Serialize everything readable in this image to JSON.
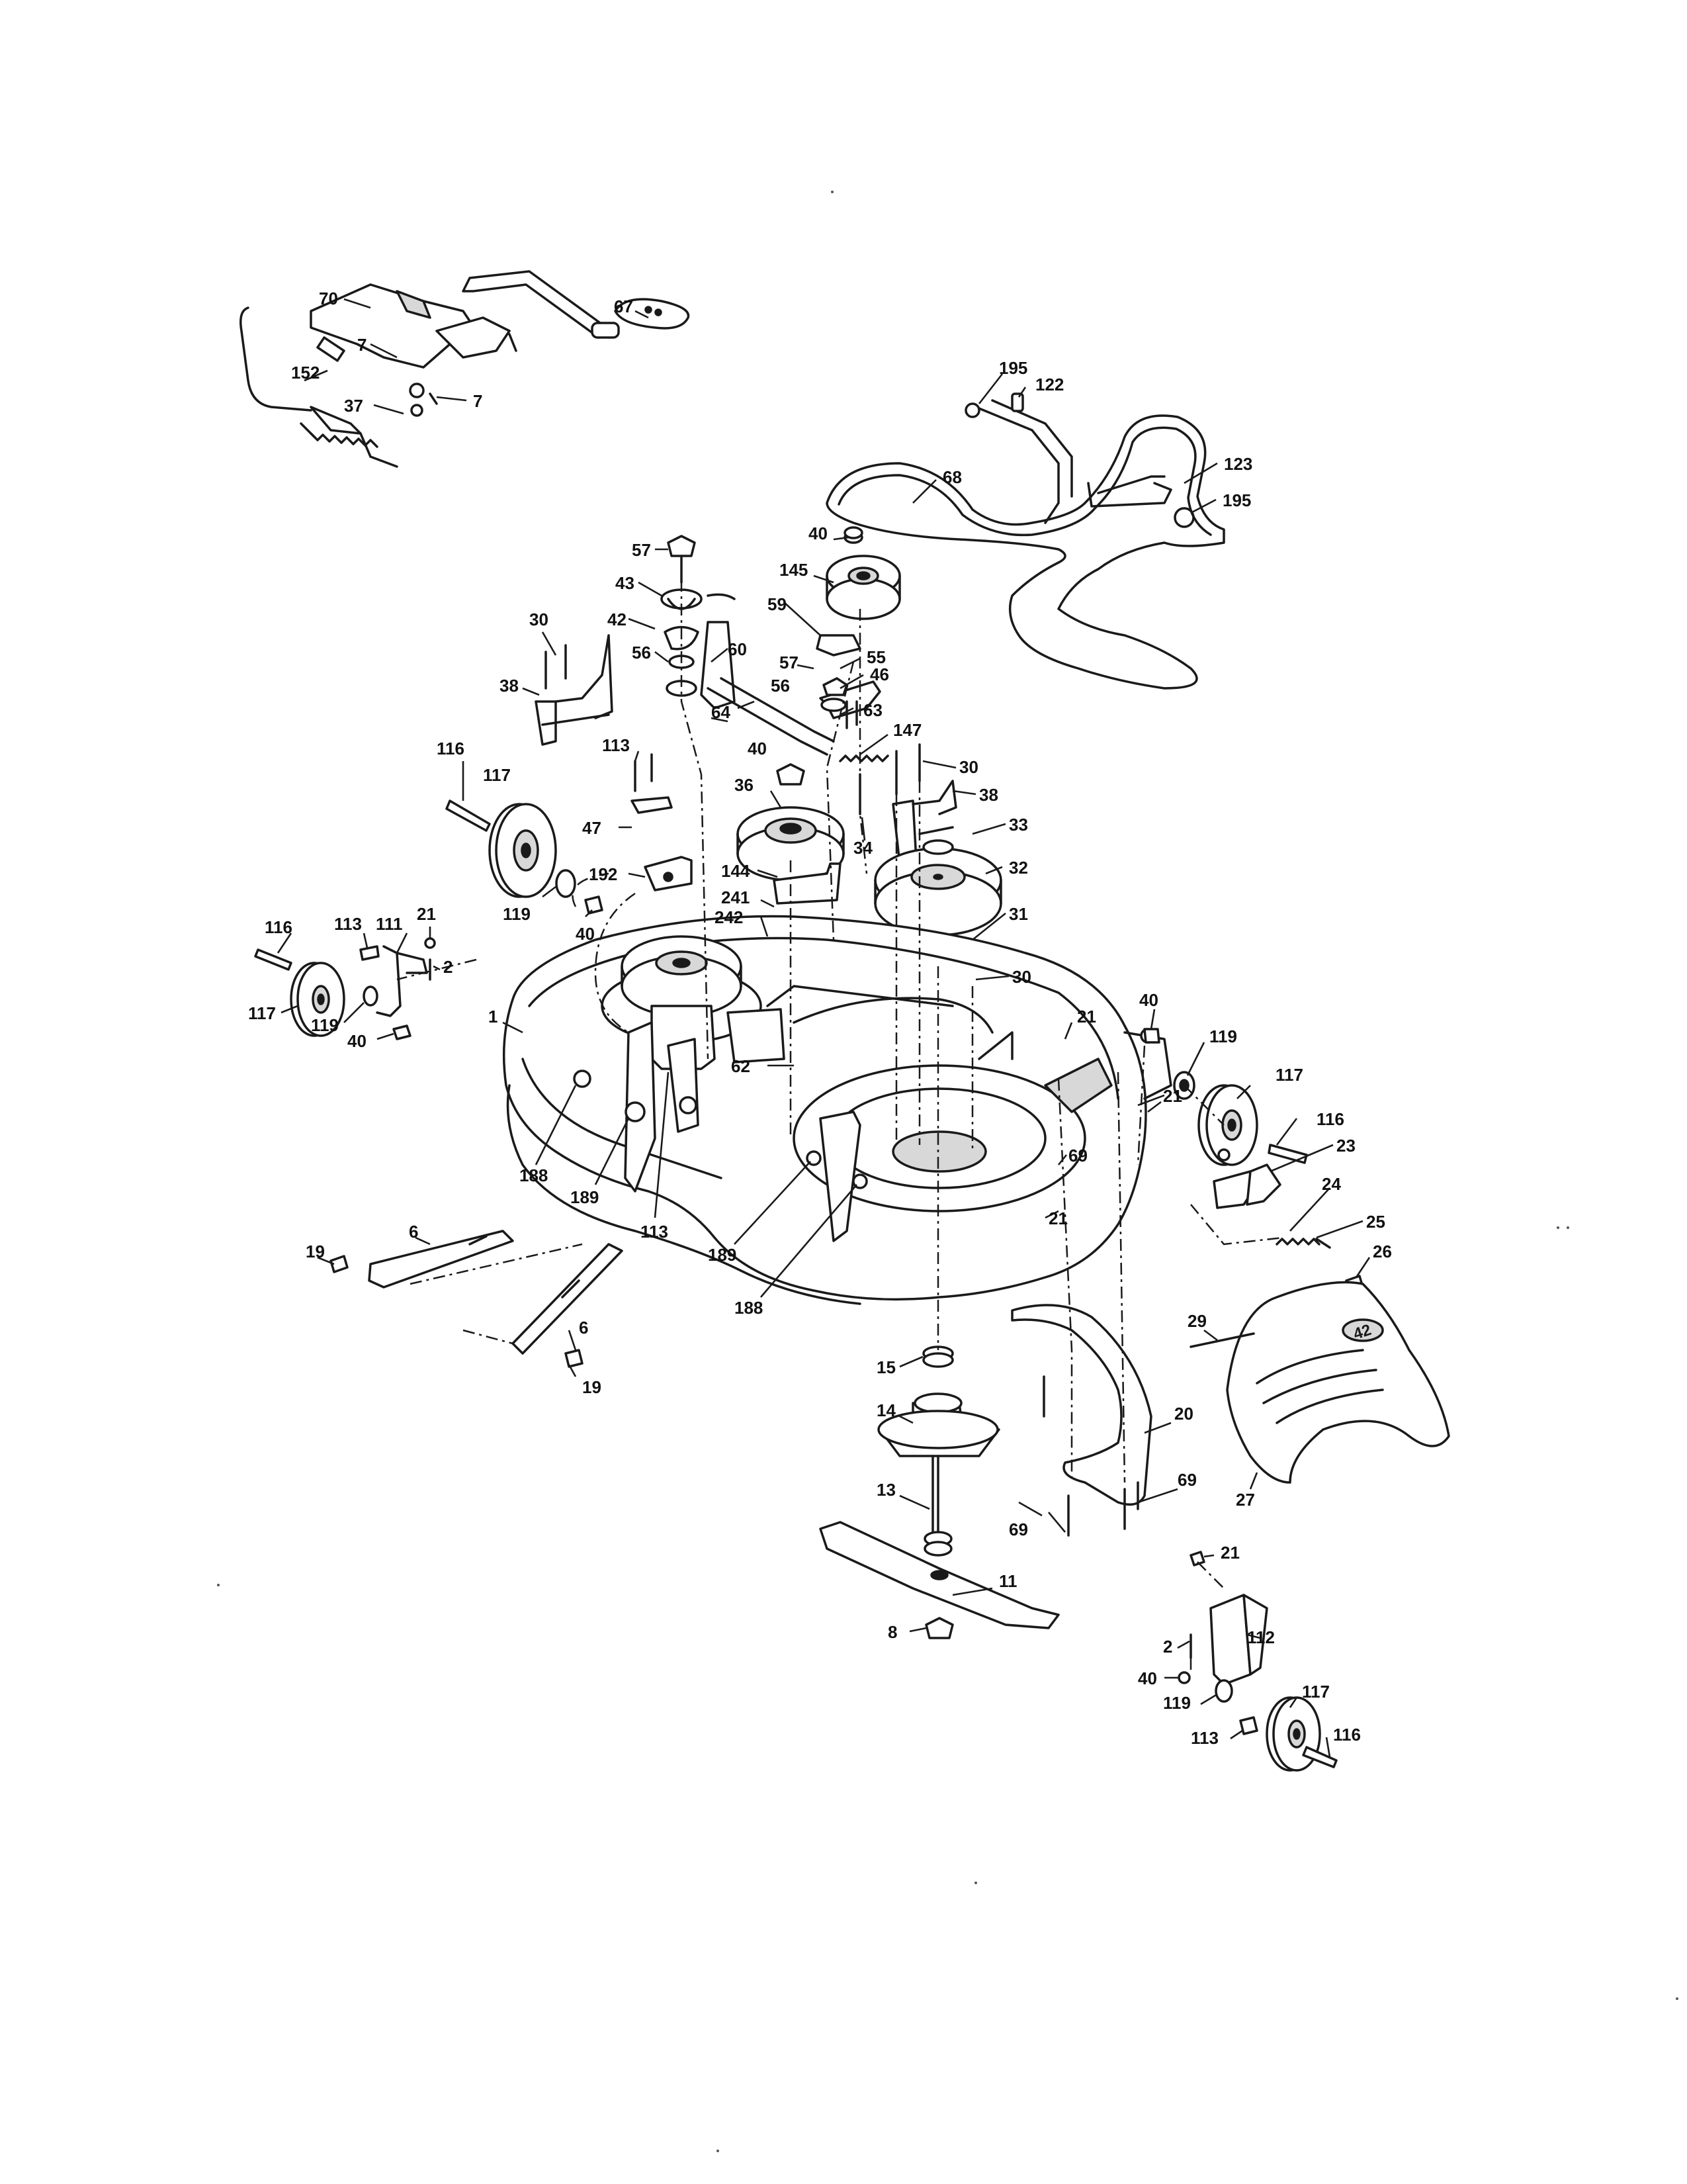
{
  "callouts": [
    {
      "id": "c70",
      "text": "70"
    },
    {
      "id": "c67",
      "text": "67"
    },
    {
      "id": "c7a",
      "text": "7"
    },
    {
      "id": "c152",
      "text": "152"
    },
    {
      "id": "c37",
      "text": "37"
    },
    {
      "id": "c7b",
      "text": "7"
    },
    {
      "id": "c195a",
      "text": "195"
    },
    {
      "id": "c122",
      "text": "122"
    },
    {
      "id": "c123",
      "text": "123"
    },
    {
      "id": "c195b",
      "text": "195"
    },
    {
      "id": "c68",
      "text": "68"
    },
    {
      "id": "c40a",
      "text": "40"
    },
    {
      "id": "c57a",
      "text": "57"
    },
    {
      "id": "c145",
      "text": "145"
    },
    {
      "id": "c43",
      "text": "43"
    },
    {
      "id": "c59",
      "text": "59"
    },
    {
      "id": "c42",
      "text": "42"
    },
    {
      "id": "c60",
      "text": "60"
    },
    {
      "id": "c56a",
      "text": "56"
    },
    {
      "id": "c57b",
      "text": "57"
    },
    {
      "id": "c55",
      "text": "55"
    },
    {
      "id": "c30a",
      "text": "30"
    },
    {
      "id": "c38a",
      "text": "38"
    },
    {
      "id": "c56b",
      "text": "56"
    },
    {
      "id": "c46",
      "text": "46"
    },
    {
      "id": "c64",
      "text": "64"
    },
    {
      "id": "c63",
      "text": "63"
    },
    {
      "id": "c147",
      "text": "147"
    },
    {
      "id": "c116a",
      "text": "116"
    },
    {
      "id": "c113a",
      "text": "113"
    },
    {
      "id": "c40b",
      "text": "40"
    },
    {
      "id": "c30b",
      "text": "30"
    },
    {
      "id": "c117a",
      "text": "117"
    },
    {
      "id": "c36",
      "text": "36"
    },
    {
      "id": "c38b",
      "text": "38"
    },
    {
      "id": "c34",
      "text": "34"
    },
    {
      "id": "c47",
      "text": "47"
    },
    {
      "id": "c33",
      "text": "33"
    },
    {
      "id": "c192",
      "text": "192"
    },
    {
      "id": "c144",
      "text": "144"
    },
    {
      "id": "c32",
      "text": "32"
    },
    {
      "id": "c241",
      "text": "241"
    },
    {
      "id": "c242",
      "text": "242"
    },
    {
      "id": "c31",
      "text": "31"
    },
    {
      "id": "c119a",
      "text": "119"
    },
    {
      "id": "c40c",
      "text": "40"
    },
    {
      "id": "c116b",
      "text": "116"
    },
    {
      "id": "c113b",
      "text": "113"
    },
    {
      "id": "c111",
      "text": "111"
    },
    {
      "id": "c21a",
      "text": "21"
    },
    {
      "id": "c2a",
      "text": "2"
    },
    {
      "id": "c30c",
      "text": "30"
    },
    {
      "id": "c117b",
      "text": "117"
    },
    {
      "id": "c119b",
      "text": "119"
    },
    {
      "id": "c40d",
      "text": "40"
    },
    {
      "id": "c1",
      "text": "1"
    },
    {
      "id": "c62",
      "text": "62"
    },
    {
      "id": "c21b",
      "text": "21"
    },
    {
      "id": "c40e",
      "text": "40"
    },
    {
      "id": "c119c",
      "text": "119"
    },
    {
      "id": "c117c",
      "text": "117"
    },
    {
      "id": "c116c",
      "text": "116"
    },
    {
      "id": "c21c",
      "text": "21"
    },
    {
      "id": "c69a",
      "text": "69"
    },
    {
      "id": "c23",
      "text": "23"
    },
    {
      "id": "c188a",
      "text": "188"
    },
    {
      "id": "c189a",
      "text": "189"
    },
    {
      "id": "c113c",
      "text": "113"
    },
    {
      "id": "c21d",
      "text": "21"
    },
    {
      "id": "c24",
      "text": "24"
    },
    {
      "id": "c25",
      "text": "25"
    },
    {
      "id": "c6a",
      "text": "6"
    },
    {
      "id": "c19a",
      "text": "19"
    },
    {
      "id": "c189b",
      "text": "189"
    },
    {
      "id": "c188b",
      "text": "188"
    },
    {
      "id": "c26",
      "text": "26"
    },
    {
      "id": "c6b",
      "text": "6"
    },
    {
      "id": "c29",
      "text": "29"
    },
    {
      "id": "c19b",
      "text": "19"
    },
    {
      "id": "c15",
      "text": "15"
    },
    {
      "id": "c14",
      "text": "14"
    },
    {
      "id": "c20",
      "text": "20"
    },
    {
      "id": "c69b",
      "text": "69"
    },
    {
      "id": "c13",
      "text": "13"
    },
    {
      "id": "c27",
      "text": "27"
    },
    {
      "id": "c69c",
      "text": "69"
    },
    {
      "id": "c11",
      "text": "11"
    },
    {
      "id": "c21e",
      "text": "21"
    },
    {
      "id": "c112",
      "text": "112"
    },
    {
      "id": "c8",
      "text": "8"
    },
    {
      "id": "c2b",
      "text": "2"
    },
    {
      "id": "c40f",
      "text": "40"
    },
    {
      "id": "c119d",
      "text": "119"
    },
    {
      "id": "c117d",
      "text": "117"
    },
    {
      "id": "c113d",
      "text": "113"
    },
    {
      "id": "c116d",
      "text": "116"
    }
  ],
  "logo_text": "42"
}
